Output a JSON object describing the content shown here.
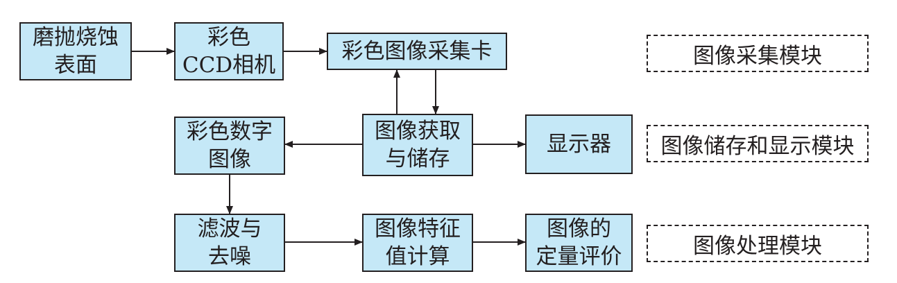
{
  "nodes": {
    "grinding": {
      "lines": [
        "磨抛烧蚀",
        "表面"
      ]
    },
    "camera": {
      "lines": [
        "彩色",
        "CCD相机"
      ]
    },
    "capture_card": {
      "lines": [
        "彩色图像采集卡"
      ]
    },
    "acquire_store": {
      "lines": [
        "图像获取",
        "与储存"
      ]
    },
    "digital_image": {
      "lines": [
        "彩色数字",
        "图像"
      ]
    },
    "display": {
      "lines": [
        "显示器"
      ]
    },
    "filter_denoise": {
      "lines": [
        "滤波与",
        "去噪"
      ]
    },
    "feature_calc": {
      "lines": [
        "图像特征",
        "值计算"
      ]
    },
    "quant_eval": {
      "lines": [
        "图像的",
        "定量评价"
      ]
    }
  },
  "modules": {
    "acquisition": "图像采集模块",
    "storage_display": "图像储存和显示模块",
    "processing": "图像处理模块"
  },
  "colors": {
    "box_fill": "#c5e8f7",
    "line": "#231f20"
  }
}
